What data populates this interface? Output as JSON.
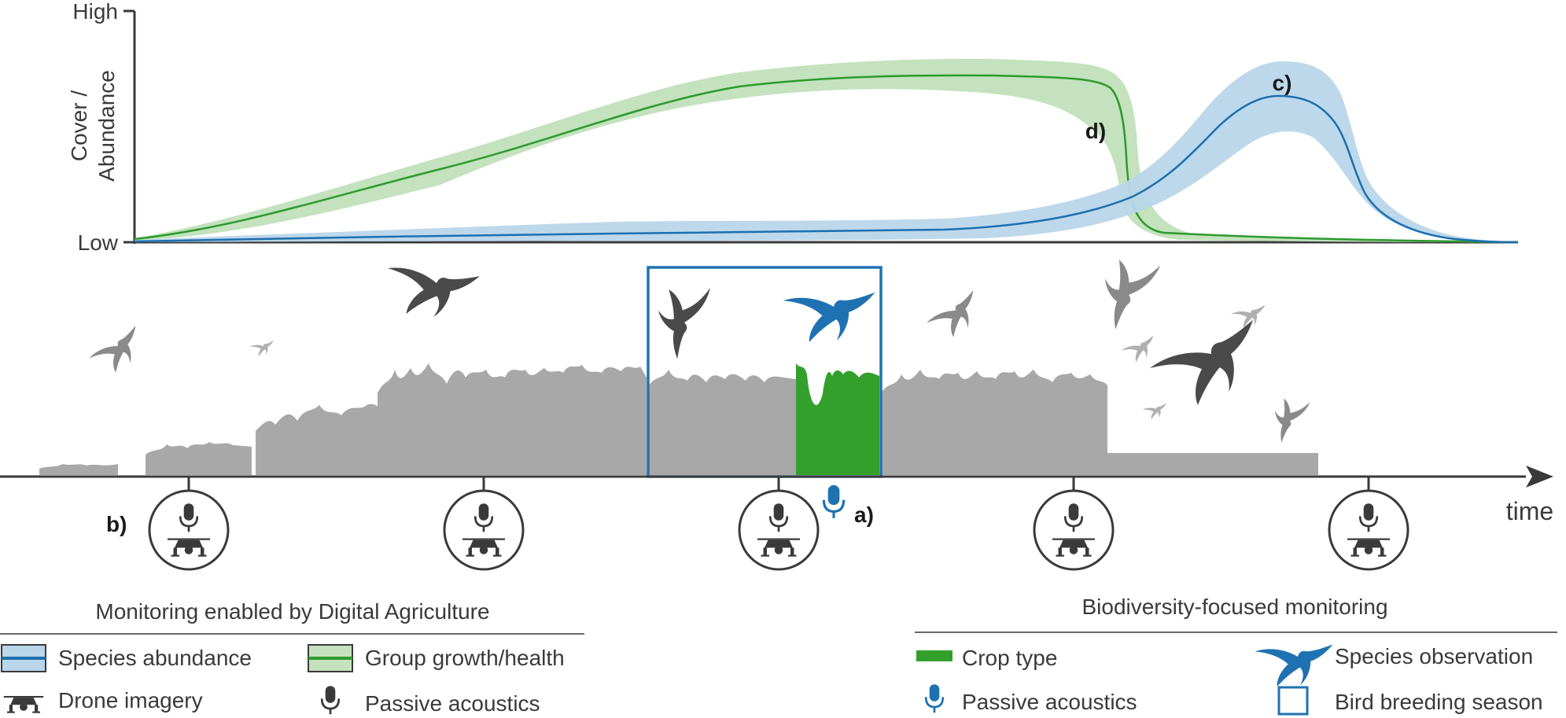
{
  "chart": {
    "ylabel_line1": "Cover /",
    "ylabel_line2": "Abundance",
    "y_high": "High",
    "y_low": "Low",
    "annotation_c": "c)",
    "annotation_d": "d)"
  },
  "timeline": {
    "xlabel": "time",
    "annotation_a": "a)",
    "annotation_b": "b)"
  },
  "legend_digital": {
    "title": "Monitoring enabled by Digital Agriculture",
    "species_abundance": "Species abundance",
    "group_growth": "Group growth/health",
    "drone_imagery": "Drone imagery",
    "passive_acoustics": "Passive acoustics"
  },
  "legend_biodiversity": {
    "title": "Biodiversity-focused monitoring",
    "crop_type": "Crop type",
    "species_observation": "Species observation",
    "passive_acoustics": "Passive acoustics",
    "bird_breeding_season": "Bird breeding season"
  },
  "colors": {
    "green_line": "#2e9a2e",
    "green_band": "#c3e2bd",
    "blue_line": "#1c6fae",
    "blue_band": "#b9d6ea",
    "crop_grey": "#a8a8a8",
    "crop_green": "#33a02c",
    "dark_grey": "#3f3f3f",
    "breeding_box": "#1f72b2"
  },
  "icons": [
    "bird-icon",
    "microphone-icon",
    "drone-icon"
  ]
}
